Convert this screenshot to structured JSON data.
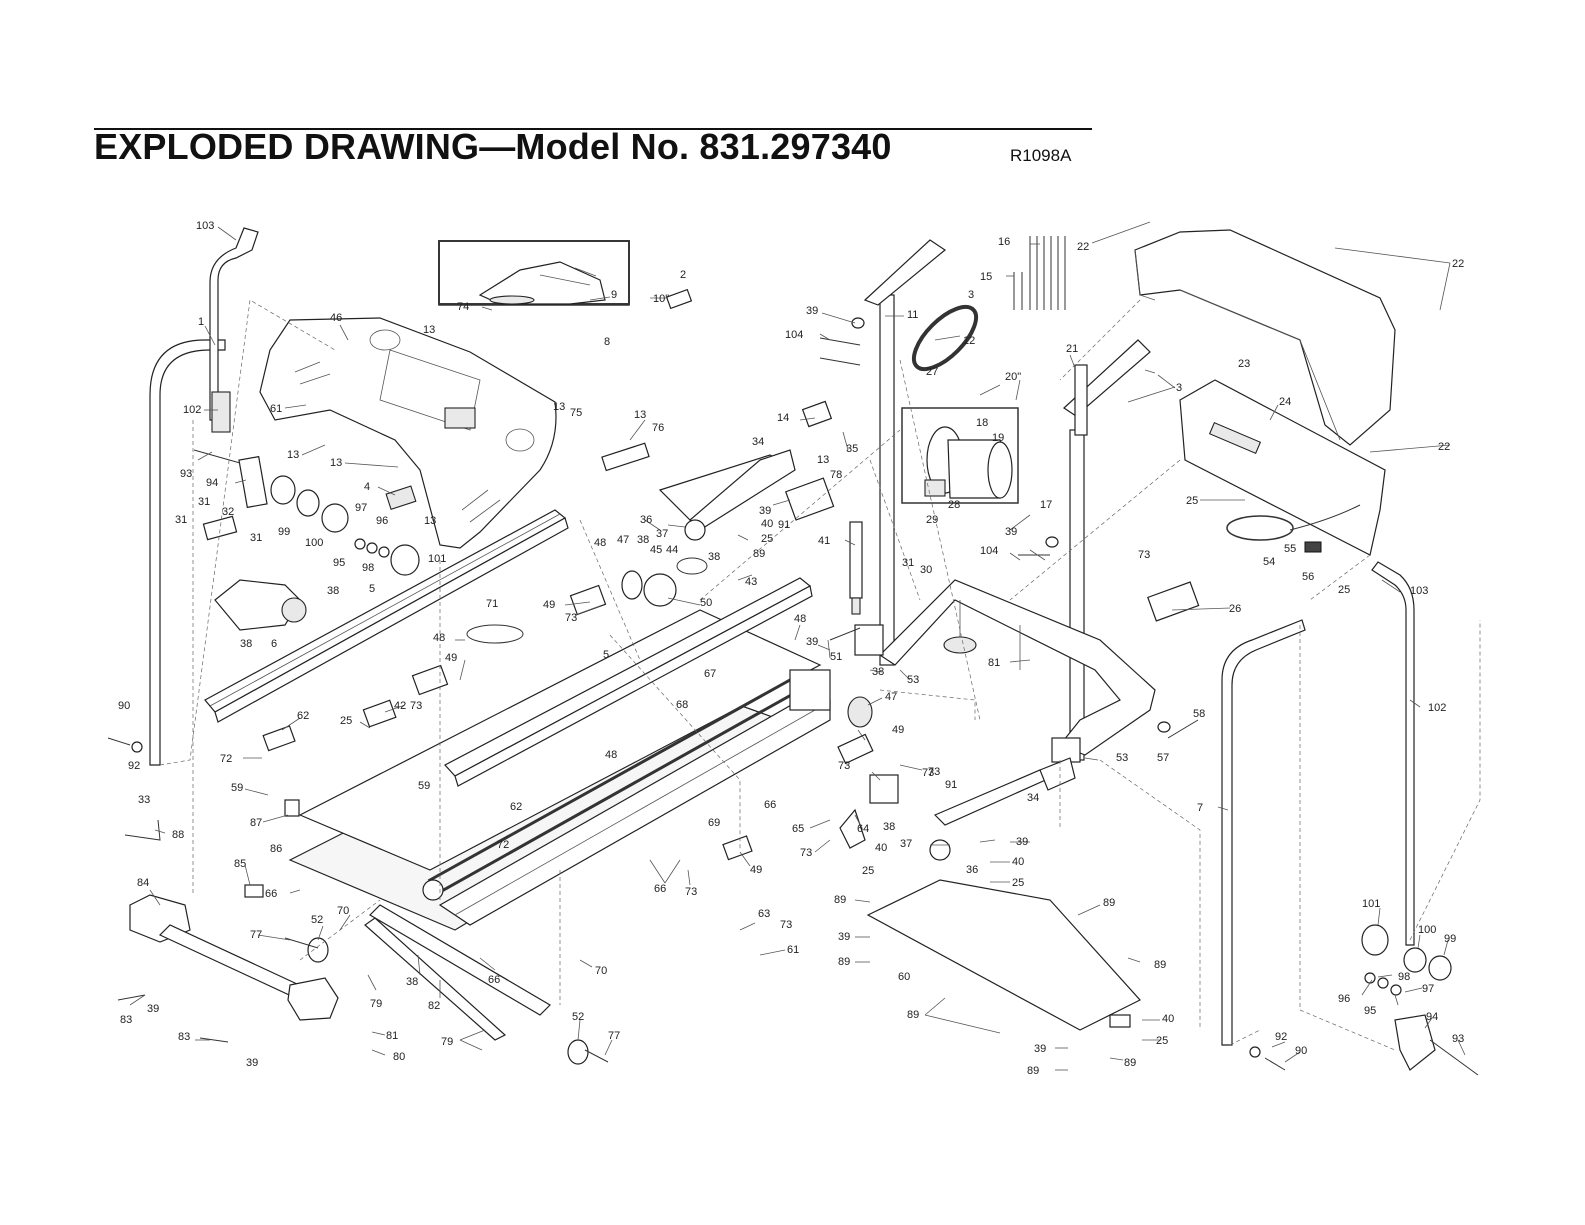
{
  "header": {
    "title": "EXPLODED DRAWING—Model No. 831.297340",
    "code": "R1098A"
  },
  "labels": [
    {
      "id": "l103a",
      "text": "103"
    },
    {
      "id": "l1",
      "text": "1"
    },
    {
      "id": "l102a",
      "text": "102"
    },
    {
      "id": "l93a",
      "text": "93"
    },
    {
      "id": "l94a",
      "text": "94"
    },
    {
      "id": "l31a",
      "text": "31"
    },
    {
      "id": "l32",
      "text": "32"
    },
    {
      "id": "l31b",
      "text": "31"
    },
    {
      "id": "l31c",
      "text": "31"
    },
    {
      "id": "l99a",
      "text": "99"
    },
    {
      "id": "l100a",
      "text": "100"
    },
    {
      "id": "l97a",
      "text": "97"
    },
    {
      "id": "l96a",
      "text": "96"
    },
    {
      "id": "l95a",
      "text": "95"
    },
    {
      "id": "l98a",
      "text": "98"
    },
    {
      "id": "l101a",
      "text": "101"
    },
    {
      "id": "l38a",
      "text": "38"
    },
    {
      "id": "l38b",
      "text": "38"
    },
    {
      "id": "l6",
      "text": "6"
    },
    {
      "id": "l5a",
      "text": "5"
    },
    {
      "id": "l46",
      "text": "46"
    },
    {
      "id": "l61a",
      "text": "61"
    },
    {
      "id": "l13a",
      "text": "13"
    },
    {
      "id": "l13b",
      "text": "13"
    },
    {
      "id": "l4",
      "text": "4"
    },
    {
      "id": "l13c",
      "text": "13"
    },
    {
      "id": "l13d",
      "text": "13"
    },
    {
      "id": "l13e",
      "text": "13"
    },
    {
      "id": "l75",
      "text": "75"
    },
    {
      "id": "l74",
      "text": "74"
    },
    {
      "id": "l9",
      "text": "9"
    },
    {
      "id": "l8",
      "text": "8"
    },
    {
      "id": "l10",
      "text": "10\""
    },
    {
      "id": "l2",
      "text": "2"
    },
    {
      "id": "l13f",
      "text": "13"
    },
    {
      "id": "l76",
      "text": "76"
    },
    {
      "id": "l34a",
      "text": "34"
    },
    {
      "id": "l13g",
      "text": "13"
    },
    {
      "id": "l78",
      "text": "78"
    },
    {
      "id": "l36a",
      "text": "36"
    },
    {
      "id": "l39a",
      "text": "39"
    },
    {
      "id": "l40a",
      "text": "40"
    },
    {
      "id": "l91a",
      "text": "91"
    },
    {
      "id": "l25a",
      "text": "25"
    },
    {
      "id": "l38c",
      "text": "38"
    },
    {
      "id": "l89a",
      "text": "89"
    },
    {
      "id": "l43",
      "text": "43"
    },
    {
      "id": "l37a",
      "text": "37"
    },
    {
      "id": "l45",
      "text": "45"
    },
    {
      "id": "l44",
      "text": "44"
    },
    {
      "id": "l38d",
      "text": "38"
    },
    {
      "id": "l47a",
      "text": "47"
    },
    {
      "id": "l48a",
      "text": "48"
    },
    {
      "id": "l50",
      "text": "50"
    },
    {
      "id": "l49a",
      "text": "49"
    },
    {
      "id": "l73a",
      "text": "73"
    },
    {
      "id": "l71",
      "text": "71"
    },
    {
      "id": "l48b",
      "text": "48"
    },
    {
      "id": "l49b",
      "text": "49"
    },
    {
      "id": "l42",
      "text": "42"
    },
    {
      "id": "l73b",
      "text": "73"
    },
    {
      "id": "l25b",
      "text": "25"
    },
    {
      "id": "l5b",
      "text": "5"
    },
    {
      "id": "l67",
      "text": "67"
    },
    {
      "id": "l68",
      "text": "68"
    },
    {
      "id": "l48c",
      "text": "48"
    },
    {
      "id": "l90a",
      "text": "90"
    },
    {
      "id": "l92a",
      "text": "92"
    },
    {
      "id": "l62a",
      "text": "62"
    },
    {
      "id": "l72a",
      "text": "72"
    },
    {
      "id": "l59a",
      "text": "59"
    },
    {
      "id": "l59b",
      "text": "59"
    },
    {
      "id": "l87",
      "text": "87"
    },
    {
      "id": "l86",
      "text": "86"
    },
    {
      "id": "l33",
      "text": "33"
    },
    {
      "id": "l88",
      "text": "88"
    },
    {
      "id": "l62b",
      "text": "62"
    },
    {
      "id": "l72b",
      "text": "72"
    },
    {
      "id": "l69",
      "text": "69"
    },
    {
      "id": "l66a",
      "text": "66"
    },
    {
      "id": "l85",
      "text": "85"
    },
    {
      "id": "l66b",
      "text": "66"
    },
    {
      "id": "l84",
      "text": "84"
    },
    {
      "id": "l52a",
      "text": "52"
    },
    {
      "id": "l70a",
      "text": "70"
    },
    {
      "id": "l77a",
      "text": "77"
    },
    {
      "id": "l79a",
      "text": "79"
    },
    {
      "id": "l38e",
      "text": "38"
    },
    {
      "id": "l82",
      "text": "82"
    },
    {
      "id": "l83a",
      "text": "83"
    },
    {
      "id": "l39b",
      "text": "39"
    },
    {
      "id": "l83b",
      "text": "83"
    },
    {
      "id": "l39c",
      "text": "39"
    },
    {
      "id": "l81a",
      "text": "81"
    },
    {
      "id": "l80",
      "text": "80"
    },
    {
      "id": "l79b",
      "text": "79"
    },
    {
      "id": "l52b",
      "text": "52"
    },
    {
      "id": "l77b",
      "text": "77"
    },
    {
      "id": "l66c",
      "text": "66"
    },
    {
      "id": "l66d",
      "text": "66"
    },
    {
      "id": "l73c",
      "text": "73"
    },
    {
      "id": "l70b",
      "text": "70"
    },
    {
      "id": "l49c",
      "text": "49"
    },
    {
      "id": "l63",
      "text": "63"
    },
    {
      "id": "l73d",
      "text": "73"
    },
    {
      "id": "l61b",
      "text": "61"
    },
    {
      "id": "l65",
      "text": "65"
    },
    {
      "id": "l73e",
      "text": "73"
    },
    {
      "id": "l64",
      "text": "64"
    },
    {
      "id": "l73f",
      "text": "73"
    },
    {
      "id": "l49d",
      "text": "49"
    },
    {
      "id": "l73g",
      "text": "73"
    },
    {
      "id": "l47b",
      "text": "47"
    },
    {
      "id": "l38f",
      "text": "38"
    },
    {
      "id": "l53a",
      "text": "53"
    },
    {
      "id": "l51",
      "text": "51"
    },
    {
      "id": "l39d",
      "text": "39"
    },
    {
      "id": "l48d",
      "text": "48"
    },
    {
      "id": "l41",
      "text": "41"
    },
    {
      "id": "l14",
      "text": "14"
    },
    {
      "id": "l35",
      "text": "35"
    },
    {
      "id": "l39e",
      "text": "39"
    },
    {
      "id": "l104a",
      "text": "104"
    },
    {
      "id": "l11",
      "text": "11"
    },
    {
      "id": "l12",
      "text": "12"
    },
    {
      "id": "l3a",
      "text": "3"
    },
    {
      "id": "l27",
      "text": "27"
    },
    {
      "id": "l20",
      "text": "20\""
    },
    {
      "id": "l18",
      "text": "18"
    },
    {
      "id": "l19",
      "text": "19"
    },
    {
      "id": "l29",
      "text": "29"
    },
    {
      "id": "l28",
      "text": "28"
    },
    {
      "id": "l31d",
      "text": "31"
    },
    {
      "id": "l30",
      "text": "30"
    },
    {
      "id": "l17",
      "text": "17"
    },
    {
      "id": "l39f",
      "text": "39"
    },
    {
      "id": "l104b",
      "text": "104"
    },
    {
      "id": "l16",
      "text": "16"
    },
    {
      "id": "l15",
      "text": "15"
    },
    {
      "id": "l22a",
      "text": "22"
    },
    {
      "id": "l21",
      "text": "21"
    },
    {
      "id": "l3b",
      "text": "3"
    },
    {
      "id": "l22b",
      "text": "22"
    },
    {
      "id": "l23",
      "text": "23"
    },
    {
      "id": "l24",
      "text": "24"
    },
    {
      "id": "l22c",
      "text": "22"
    },
    {
      "id": "l25c",
      "text": "25"
    },
    {
      "id": "l54",
      "text": "54"
    },
    {
      "id": "l55",
      "text": "55"
    },
    {
      "id": "l56",
      "text": "56"
    },
    {
      "id": "l25d",
      "text": "25"
    },
    {
      "id": "l73h",
      "text": "73"
    },
    {
      "id": "l26",
      "text": "26"
    },
    {
      "id": "l81b",
      "text": "81"
    },
    {
      "id": "l103b",
      "text": "103"
    },
    {
      "id": "l58",
      "text": "58"
    },
    {
      "id": "l57",
      "text": "57"
    },
    {
      "id": "l53b",
      "text": "53"
    },
    {
      "id": "l102b",
      "text": "102"
    },
    {
      "id": "l7",
      "text": "7"
    },
    {
      "id": "l34b",
      "text": "34"
    },
    {
      "id": "l91b",
      "text": "91"
    },
    {
      "id": "l73i",
      "text": "73"
    },
    {
      "id": "l38g",
      "text": "38"
    },
    {
      "id": "l37b",
      "text": "37"
    },
    {
      "id": "l39g",
      "text": "39"
    },
    {
      "id": "l40b",
      "text": "40"
    },
    {
      "id": "l36b",
      "text": "36"
    },
    {
      "id": "l25e",
      "text": "25"
    },
    {
      "id": "l40c",
      "text": "40"
    },
    {
      "id": "l25f",
      "text": "25"
    },
    {
      "id": "l89b",
      "text": "89"
    },
    {
      "id": "l89c",
      "text": "89"
    },
    {
      "id": "l39h",
      "text": "39"
    },
    {
      "id": "l89d",
      "text": "89"
    },
    {
      "id": "l60",
      "text": "60"
    },
    {
      "id": "l89e",
      "text": "89"
    },
    {
      "id": "l89f",
      "text": "89"
    },
    {
      "id": "l40d",
      "text": "40"
    },
    {
      "id": "l25g",
      "text": "25"
    },
    {
      "id": "l39i",
      "text": "39"
    },
    {
      "id": "l89g",
      "text": "89"
    },
    {
      "id": "l89h",
      "text": "89"
    },
    {
      "id": "l92b",
      "text": "92"
    },
    {
      "id": "l90b",
      "text": "90"
    },
    {
      "id": "l101b",
      "text": "101"
    },
    {
      "id": "l100b",
      "text": "100"
    },
    {
      "id": "l99b",
      "text": "99"
    },
    {
      "id": "l98b",
      "text": "98"
    },
    {
      "id": "l96b",
      "text": "96"
    },
    {
      "id": "l97b",
      "text": "97"
    },
    {
      "id": "l95b",
      "text": "95"
    },
    {
      "id": "l94b",
      "text": "94"
    },
    {
      "id": "l93b",
      "text": "93"
    }
  ]
}
